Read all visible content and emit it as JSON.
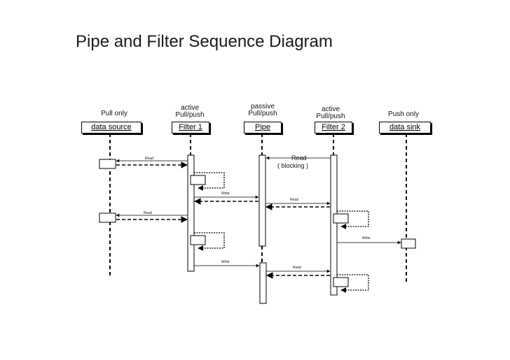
{
  "title": "Pipe and Filter Sequence Diagram",
  "participants": [
    {
      "id": "source",
      "name": "data source",
      "role": [
        "Pull only"
      ]
    },
    {
      "id": "filter1",
      "name": "Filter 1",
      "role": [
        "active",
        "Pull/push"
      ]
    },
    {
      "id": "pipe",
      "name": "Pipe",
      "role": [
        "passive",
        "Pull/push"
      ]
    },
    {
      "id": "filter2",
      "name": "Filter 2",
      "role": [
        "active",
        "Pull/push"
      ]
    },
    {
      "id": "sink",
      "name": "data sink",
      "role": [
        "Push only"
      ]
    }
  ],
  "messages": {
    "m1": "Read",
    "m2": "Read",
    "m2b": "( blocking )",
    "m3": "Write",
    "m4": "Read",
    "m5": "Read",
    "m6": "Write",
    "m7": "Write",
    "m8": "Read"
  },
  "colors": {
    "ink": "#000000",
    "background": "#ffffff"
  }
}
